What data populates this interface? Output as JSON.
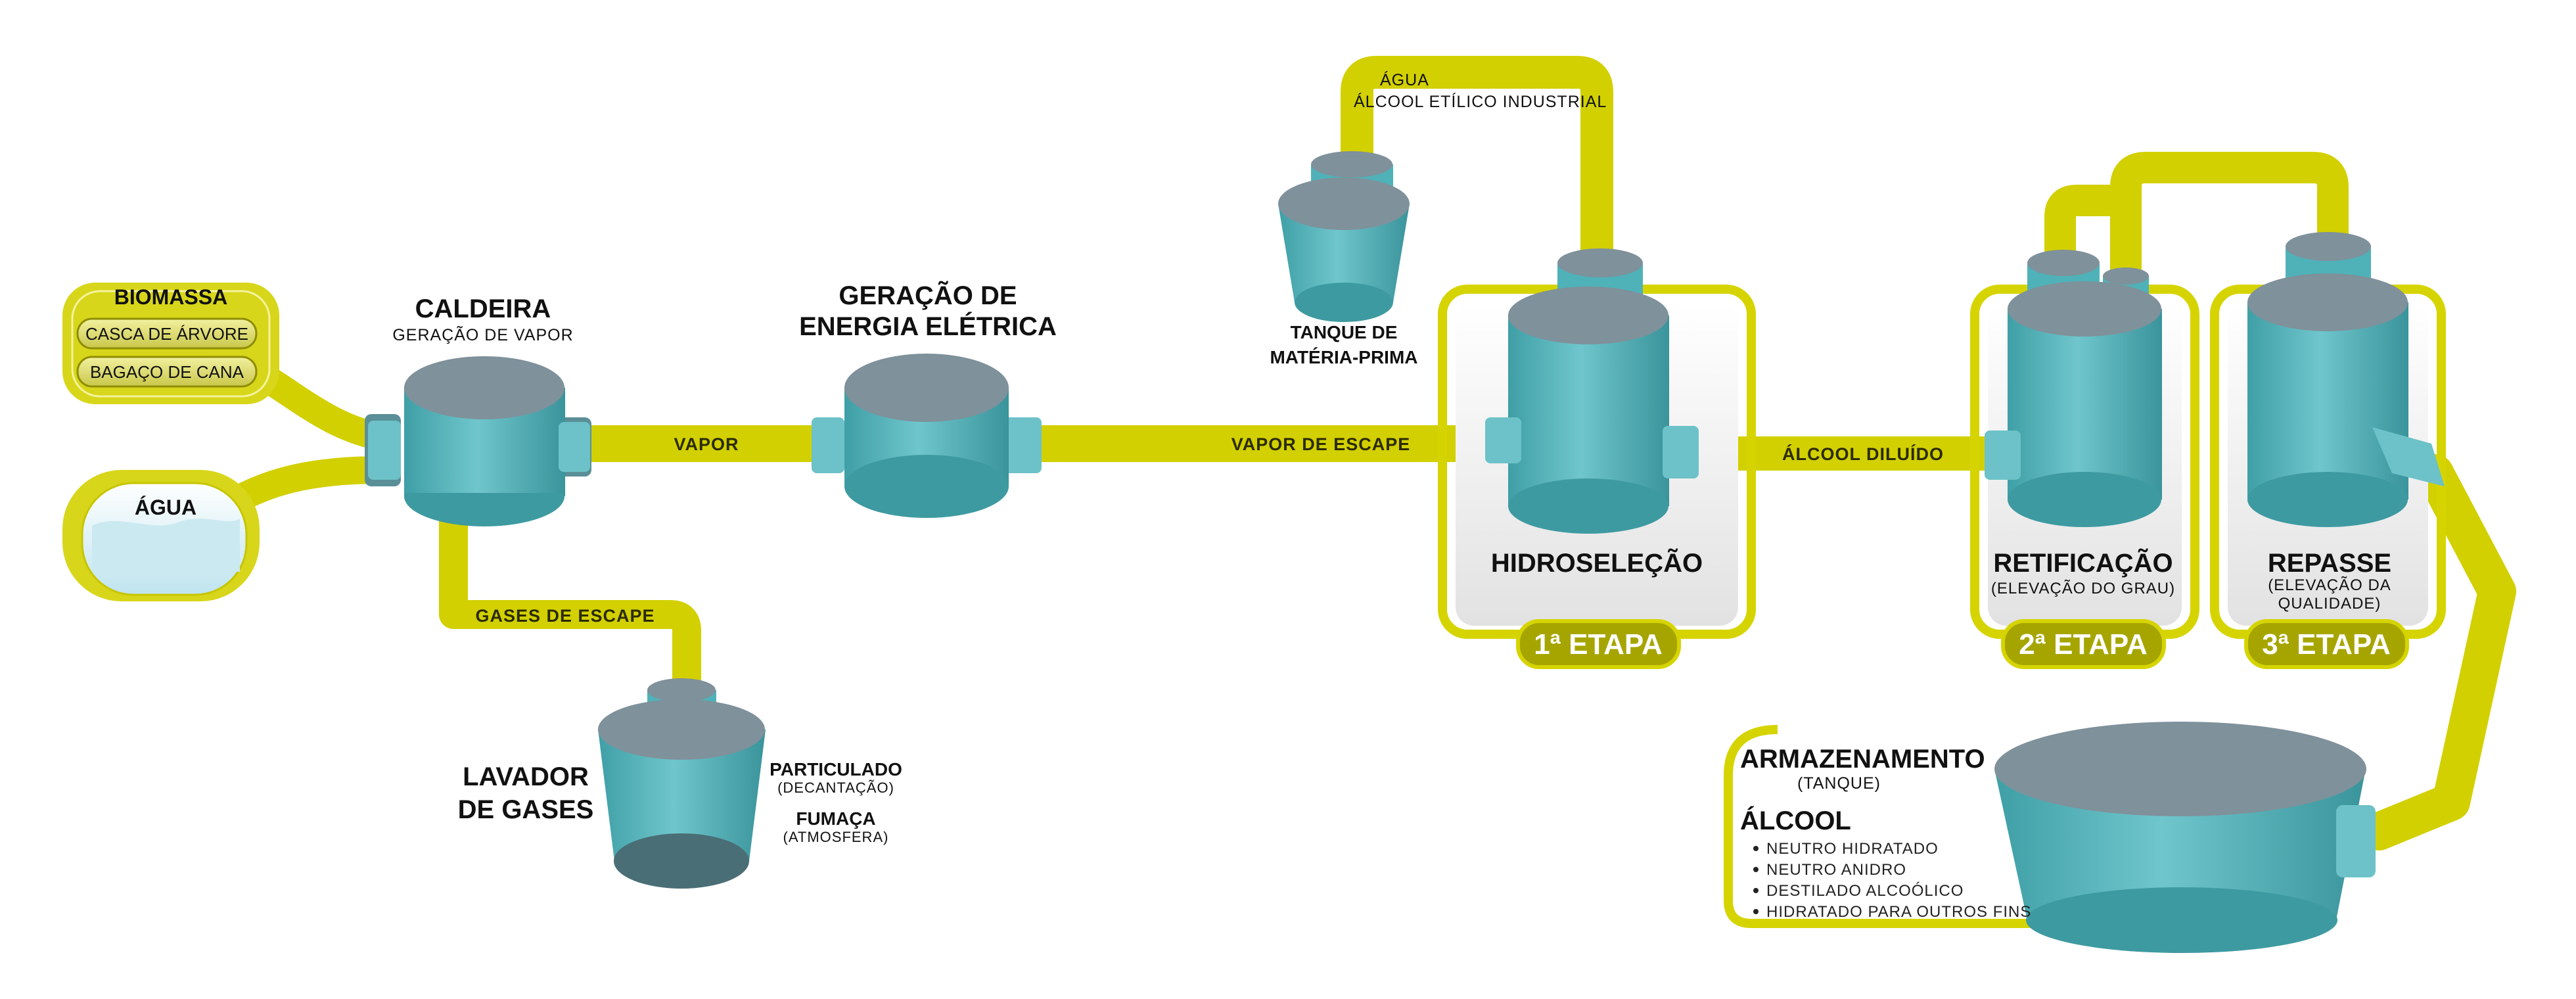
{
  "colors": {
    "pipe": "#d6d400",
    "tank_body": "#4fb2b8",
    "tank_top": "#7d8f98",
    "outline": "#d9d91a",
    "etapa_badge": "#a9a800",
    "panel": "#eeeeee"
  },
  "biomassa": {
    "title": "BIOMASSA",
    "items": [
      "CASCA DE ÁRVORE",
      "BAGAÇO DE CANA"
    ]
  },
  "agua": {
    "title": "ÁGUA"
  },
  "caldeira": {
    "title": "CALDEIRA",
    "subtitle": "GERAÇÃO DE VAPOR"
  },
  "geracao": {
    "line1": "GERAÇÃO DE",
    "line2": "ENERGIA ELÉTRICA"
  },
  "lavador": {
    "line1": "LAVADOR",
    "line2": "DE GASES",
    "particulado": "PARTICULADO",
    "particulado_sub": "(DECANTAÇÃO)",
    "fumaca": "FUMAÇA",
    "fumaca_sub": "(ATMOSFERA)"
  },
  "tanque_mp": {
    "line1": "TANQUE DE",
    "line2": "MATÉRIA-PRIMA"
  },
  "top_pipe": {
    "line1": "ÁGUA",
    "line2": "ÁLCOOL ETÍLICO INDUSTRIAL"
  },
  "pipes": {
    "vapor": "VAPOR",
    "vapor_escape": "VAPOR DE ESCAPE",
    "gases_escape": "GASES DE ESCAPE",
    "alcool_diluido": "ÁLCOOL DILUÍDO"
  },
  "stages": [
    {
      "title": "HIDROSELEÇÃO",
      "subtitle": "",
      "etapa": "1ª ETAPA"
    },
    {
      "title": "RETIFICAÇÃO",
      "subtitle": "(ELEVAÇÃO DO GRAU)",
      "etapa": "2ª ETAPA"
    },
    {
      "title": "REPASSE",
      "subtitle_l1": "(ELEVAÇÃO DA",
      "subtitle_l2": "QUALIDADE)",
      "etapa": "3ª ETAPA"
    }
  ],
  "armazenamento": {
    "title": "ARMAZENAMENTO",
    "subtitle": "(TANQUE)",
    "alcool_title": "ÁLCOOL",
    "items": [
      "NEUTRO HIDRATADO",
      "NEUTRO ANIDRO",
      "DESTILADO ALCOÓLICO",
      "HIDRATADO PARA OUTROS FINS"
    ]
  }
}
